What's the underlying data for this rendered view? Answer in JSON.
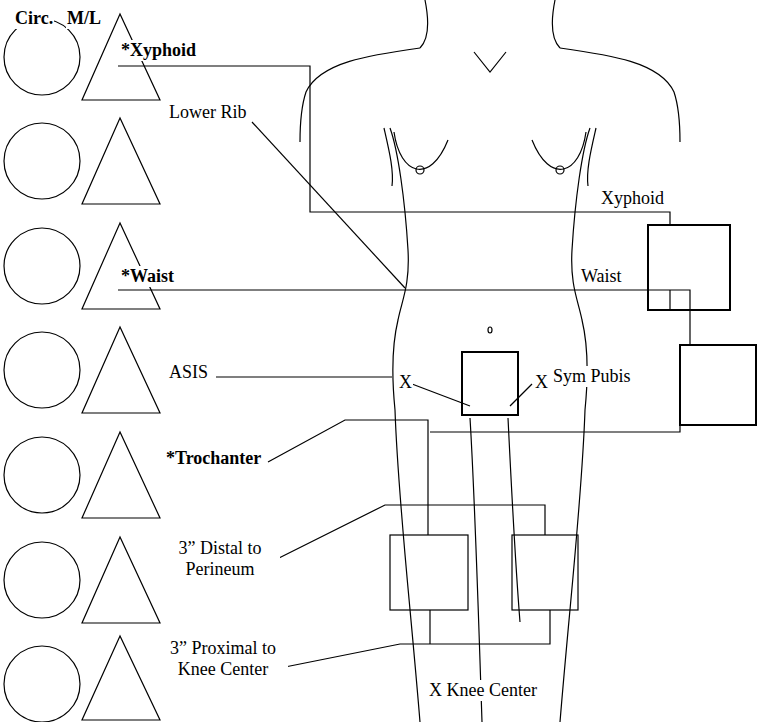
{
  "diagram": {
    "labels": [
      "Circ.",
      "M/L",
      "*Xyphoid",
      "Lower Rib",
      "*Waist",
      "ASIS",
      "*Trochanter",
      "3” Distal to Perineum",
      "3” Proximal to Knee Center",
      "Xyphoid",
      "Waist",
      "X",
      "X",
      "Sym Pubis",
      "X Knee Center"
    ]
  }
}
